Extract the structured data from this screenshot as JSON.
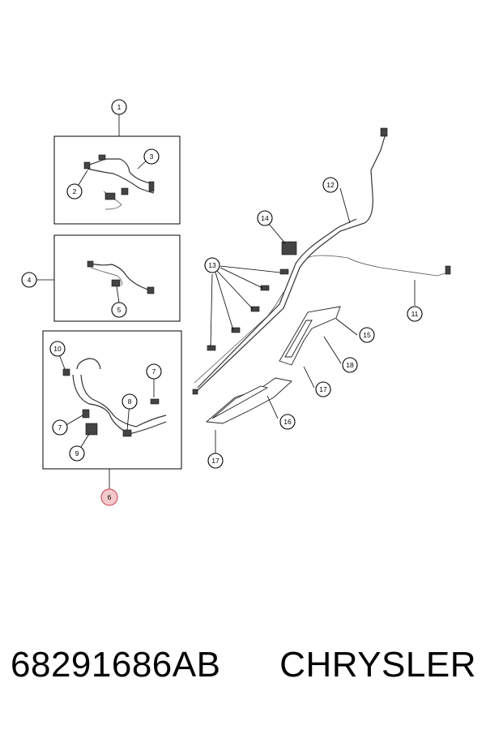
{
  "callouts": {
    "c1": "1",
    "c2": "2",
    "c3": "3",
    "c4": "4",
    "c5": "5",
    "c6": "6",
    "c7a": "7",
    "c7b": "7",
    "c8": "8",
    "c9": "9",
    "c10": "10",
    "c11": "11",
    "c12": "12",
    "c13": "13",
    "c14": "14",
    "c15": "15",
    "c16": "16",
    "c17a": "17",
    "c17b": "17",
    "c18": "18"
  },
  "highlight_color": "#f4c9cc",
  "footer": {
    "part_number": "68291686AB",
    "brand": "CHRYSLER"
  }
}
